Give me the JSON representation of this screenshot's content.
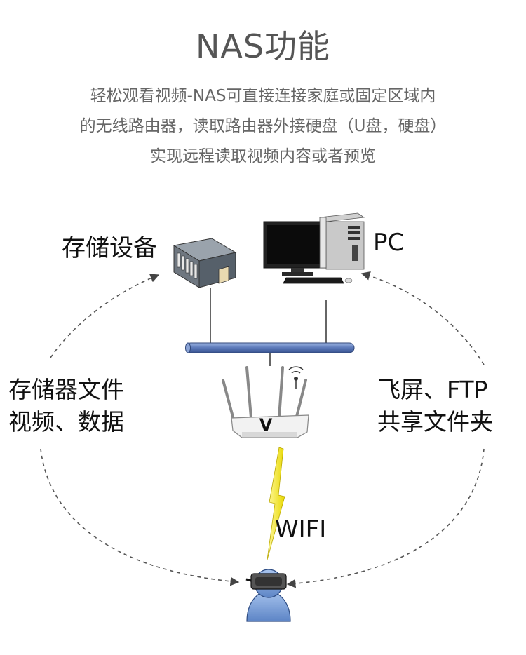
{
  "title": "NAS功能",
  "description": {
    "line1": "轻松观看视频-NAS可直接连接家庭或固定区域内",
    "line2": "的无线路由器，读取路由器外接硬盘（U盘，硬盘）",
    "line3": "实现远程读取视频内容或者预览"
  },
  "labels": {
    "storage": "存储设备",
    "pc": "PC",
    "left_line1": "存储器文件",
    "left_line2": "视频、数据",
    "right_line1": "飞屏、FTP",
    "right_line2": "共享文件夹",
    "wifi": "WIFI"
  },
  "router_logo": "V",
  "colors": {
    "bus": "#6a88c4",
    "lightning": "#f2e600",
    "user": "#7a9fd6",
    "dashed": "#555555"
  }
}
